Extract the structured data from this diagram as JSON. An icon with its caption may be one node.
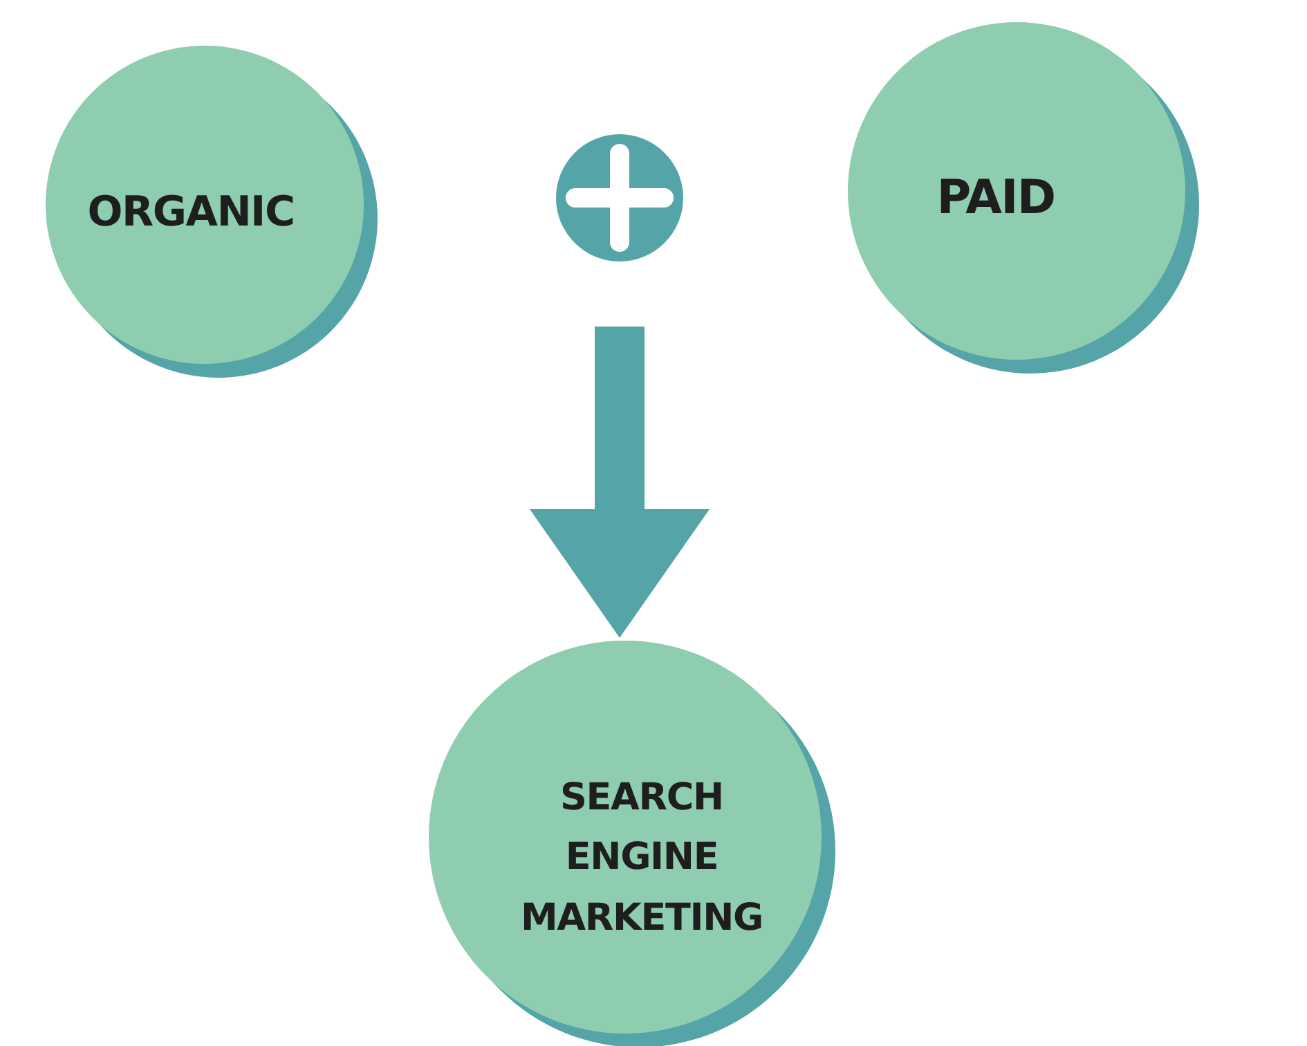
{
  "diagram": {
    "nodes": [
      {
        "text": [
          "ORGANIC"
        ]
      },
      {
        "text": [
          "PAID"
        ]
      },
      {
        "text": [
          "SEARCH ENGINE MARKETING"
        ]
      }
    ],
    "edges": [
      {
        "from": null,
        "to": 2,
        "arrow": "to",
        "style": "thick"
      }
    ]
  }
}
